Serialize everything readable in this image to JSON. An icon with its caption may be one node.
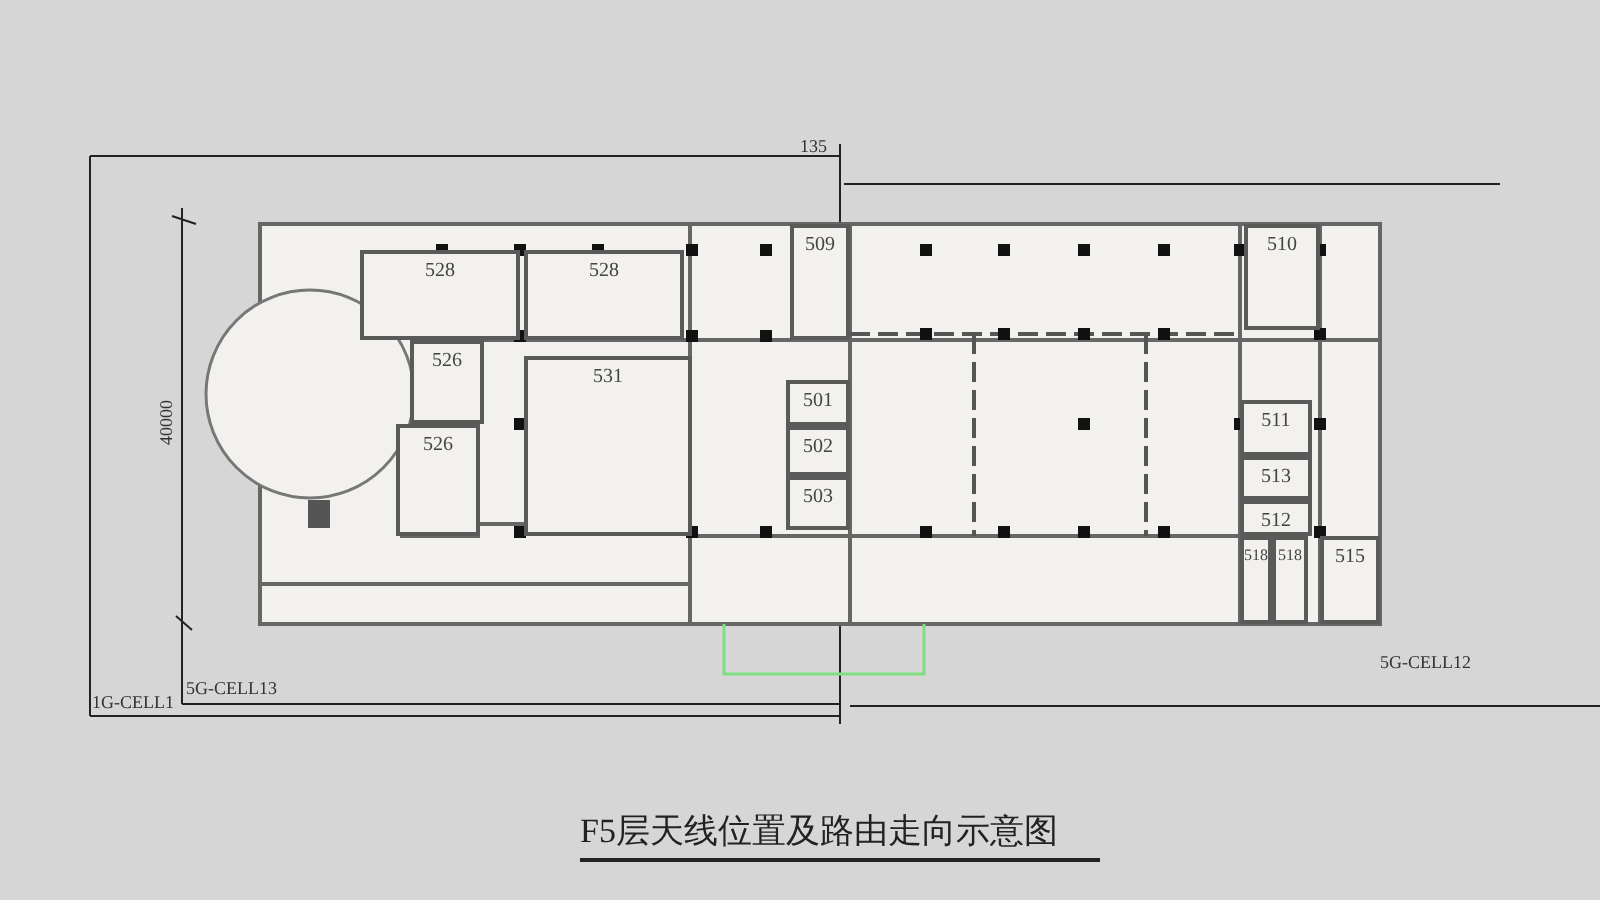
{
  "diagram": {
    "title": "F5层天线位置及路由走向示意图",
    "nodes": [
      {
        "text": [
          "528"
        ]
      },
      {
        "text": [
          "528"
        ]
      },
      {
        "text": [
          "526"
        ]
      },
      {
        "text": [
          "526"
        ]
      },
      {
        "text": [
          "531"
        ]
      },
      {
        "text": [
          "509"
        ]
      },
      {
        "text": [
          "501"
        ]
      },
      {
        "text": [
          "502"
        ]
      },
      {
        "text": [
          "503"
        ]
      },
      {
        "text": [
          "510"
        ]
      },
      {
        "text": [
          "511"
        ]
      },
      {
        "text": [
          "513"
        ]
      },
      {
        "text": [
          "512"
        ]
      },
      {
        "text": [
          "518"
        ]
      },
      {
        "text": [
          "518"
        ]
      },
      {
        "text": [
          "515"
        ]
      }
    ],
    "labels": [
      "135",
      "40000",
      "5G-CELL13",
      "1G-CELL1",
      "5G-CELL12"
    ]
  }
}
